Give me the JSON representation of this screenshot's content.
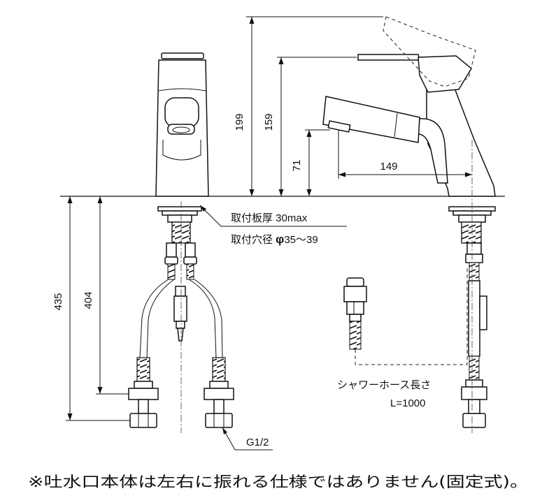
{
  "dimensions": {
    "height_199": "199",
    "height_159": "159",
    "height_71": "71",
    "reach_149": "149",
    "below_435": "435",
    "below_404": "404"
  },
  "callouts": {
    "plate_thickness": "取付板厚 30max",
    "hole_diameter_prefix": "取付穴径 ",
    "hole_diameter_symbol": "φ",
    "hole_diameter_range": "35〜39",
    "thread": "G1/2",
    "shower_hose_label": "シャワーホース長さ",
    "shower_hose_length": "L=1000"
  },
  "note": "※吐水口本体は左右に振れる仕様ではありません(固定式)。"
}
